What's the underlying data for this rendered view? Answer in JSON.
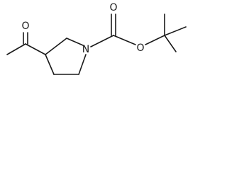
{
  "molecule": {
    "atoms": {
      "ketone_oxygen": "O",
      "ring_nitrogen": "N",
      "carbonyl_oxygen": "O",
      "ester_oxygen": "O"
    }
  }
}
